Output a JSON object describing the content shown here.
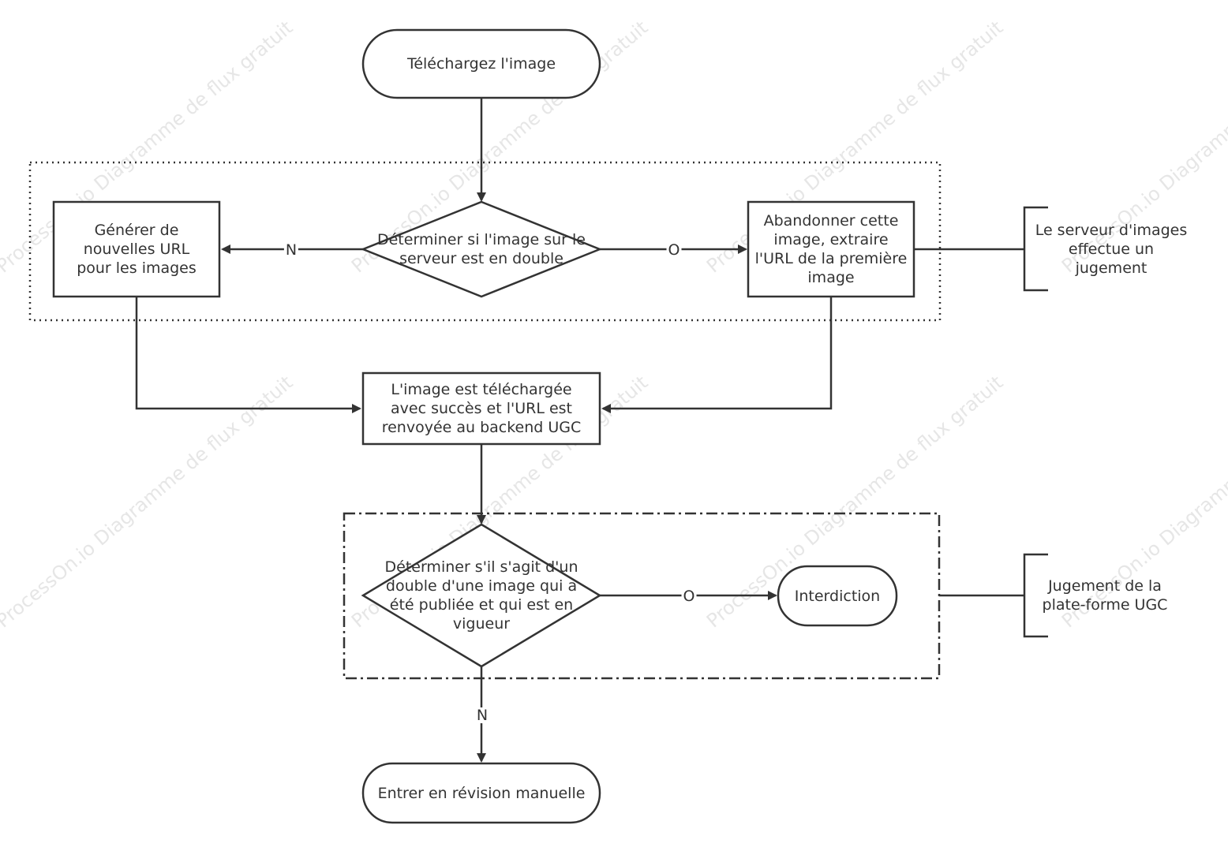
{
  "watermark": "ProcessOn.io Diagramme de flux gratuit",
  "nodes": {
    "start": "Téléchargez l'image",
    "decision_duplicate": "Déterminer si l'image sur le serveur est en double",
    "generate_url": "Générer de nouvelles URL pour les images",
    "abandon_image": "Abandonner cette image, extraire l'URL de la première image",
    "upload_success": "L'image est téléchargée avec succès et l'URL est renvoyée au backend UGC",
    "decision_published": "Déterminer s'il s'agit d'un double d'une image qui a été publiée et qui est en vigueur",
    "interdiction": "Interdiction",
    "manual_review": "Entrer en révision manuelle"
  },
  "edge_labels": {
    "no_left": "N",
    "yes_right": "O",
    "yes_interdiction": "O",
    "no_down": "N"
  },
  "annotations": {
    "image_server": "Le serveur d'images effectue un jugement",
    "ugc_platform": "Jugement de la plate-forme UGC"
  },
  "colors": {
    "stroke": "#333333",
    "text": "#333333",
    "watermark": "#e6e6e6"
  }
}
